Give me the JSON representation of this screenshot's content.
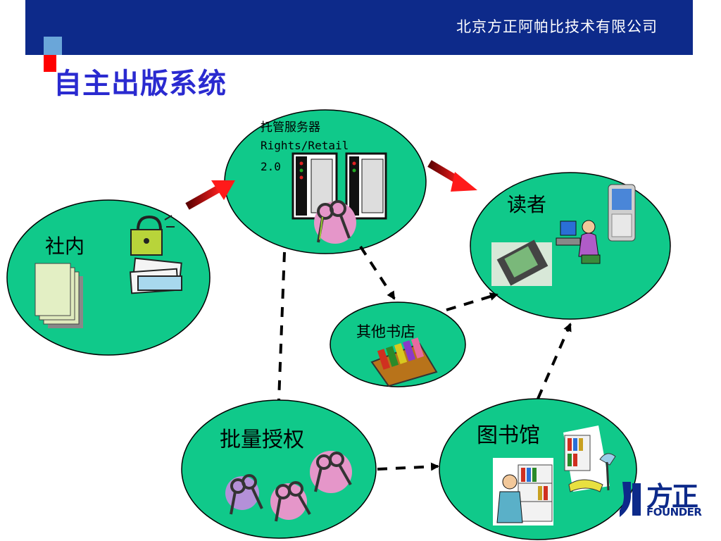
{
  "header": {
    "company": "北京方正阿帕比技术有限公司"
  },
  "title": "自主出版系统",
  "nodes": {
    "server": {
      "line1": "托管服务器",
      "line2": "Rights/Retail",
      "line3": "2.0"
    },
    "press": {
      "label": "社内"
    },
    "readers": {
      "label": "读者"
    },
    "bookstores": {
      "label": "其他书店"
    },
    "bulk": {
      "label": "批量授权"
    },
    "library": {
      "label": "图书馆"
    }
  },
  "logo": {
    "cn": "方正",
    "en": "FOUNDER"
  },
  "colors": {
    "ellipse_fill": "#10c98a",
    "header": "#0d2a8a",
    "title": "#2a2ad0",
    "arrow_red": "#b01818"
  },
  "icons": [
    "documents-icon",
    "lock-icon",
    "server-icon",
    "keys-icon",
    "pda-icon",
    "user-at-computer-icon",
    "ebook-device-icon",
    "bookshelf-icon",
    "librarian-icon",
    "reading-lamp-icon"
  ]
}
